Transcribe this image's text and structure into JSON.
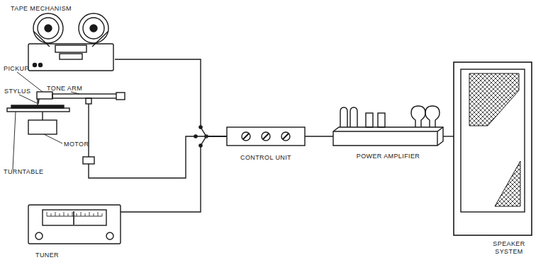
{
  "diagram": {
    "nodes": [
      {
        "text": [
          "TAPE MECHANISM"
        ]
      },
      {
        "text": [
          "TURNTABLE"
        ]
      },
      {
        "text": [
          "TUNER"
        ]
      },
      {
        "text": [
          "CONTROL UNIT"
        ]
      },
      {
        "text": [
          "POWER AMPLIFIER"
        ]
      },
      {
        "text": [
          "SPEAKER SYSTEM"
        ]
      }
    ],
    "edges": [
      {
        "from": 0,
        "to": 3,
        "arrow": "none"
      },
      {
        "from": 1,
        "to": 3,
        "arrow": "none"
      },
      {
        "from": 2,
        "to": 3,
        "arrow": "none"
      },
      {
        "from": 3,
        "to": 4,
        "arrow": "none"
      },
      {
        "from": 4,
        "to": 5,
        "arrow": "none"
      }
    ],
    "labels": [
      "PICKUP",
      "STYLUS",
      "TONE ARM",
      "MOTOR"
    ]
  }
}
